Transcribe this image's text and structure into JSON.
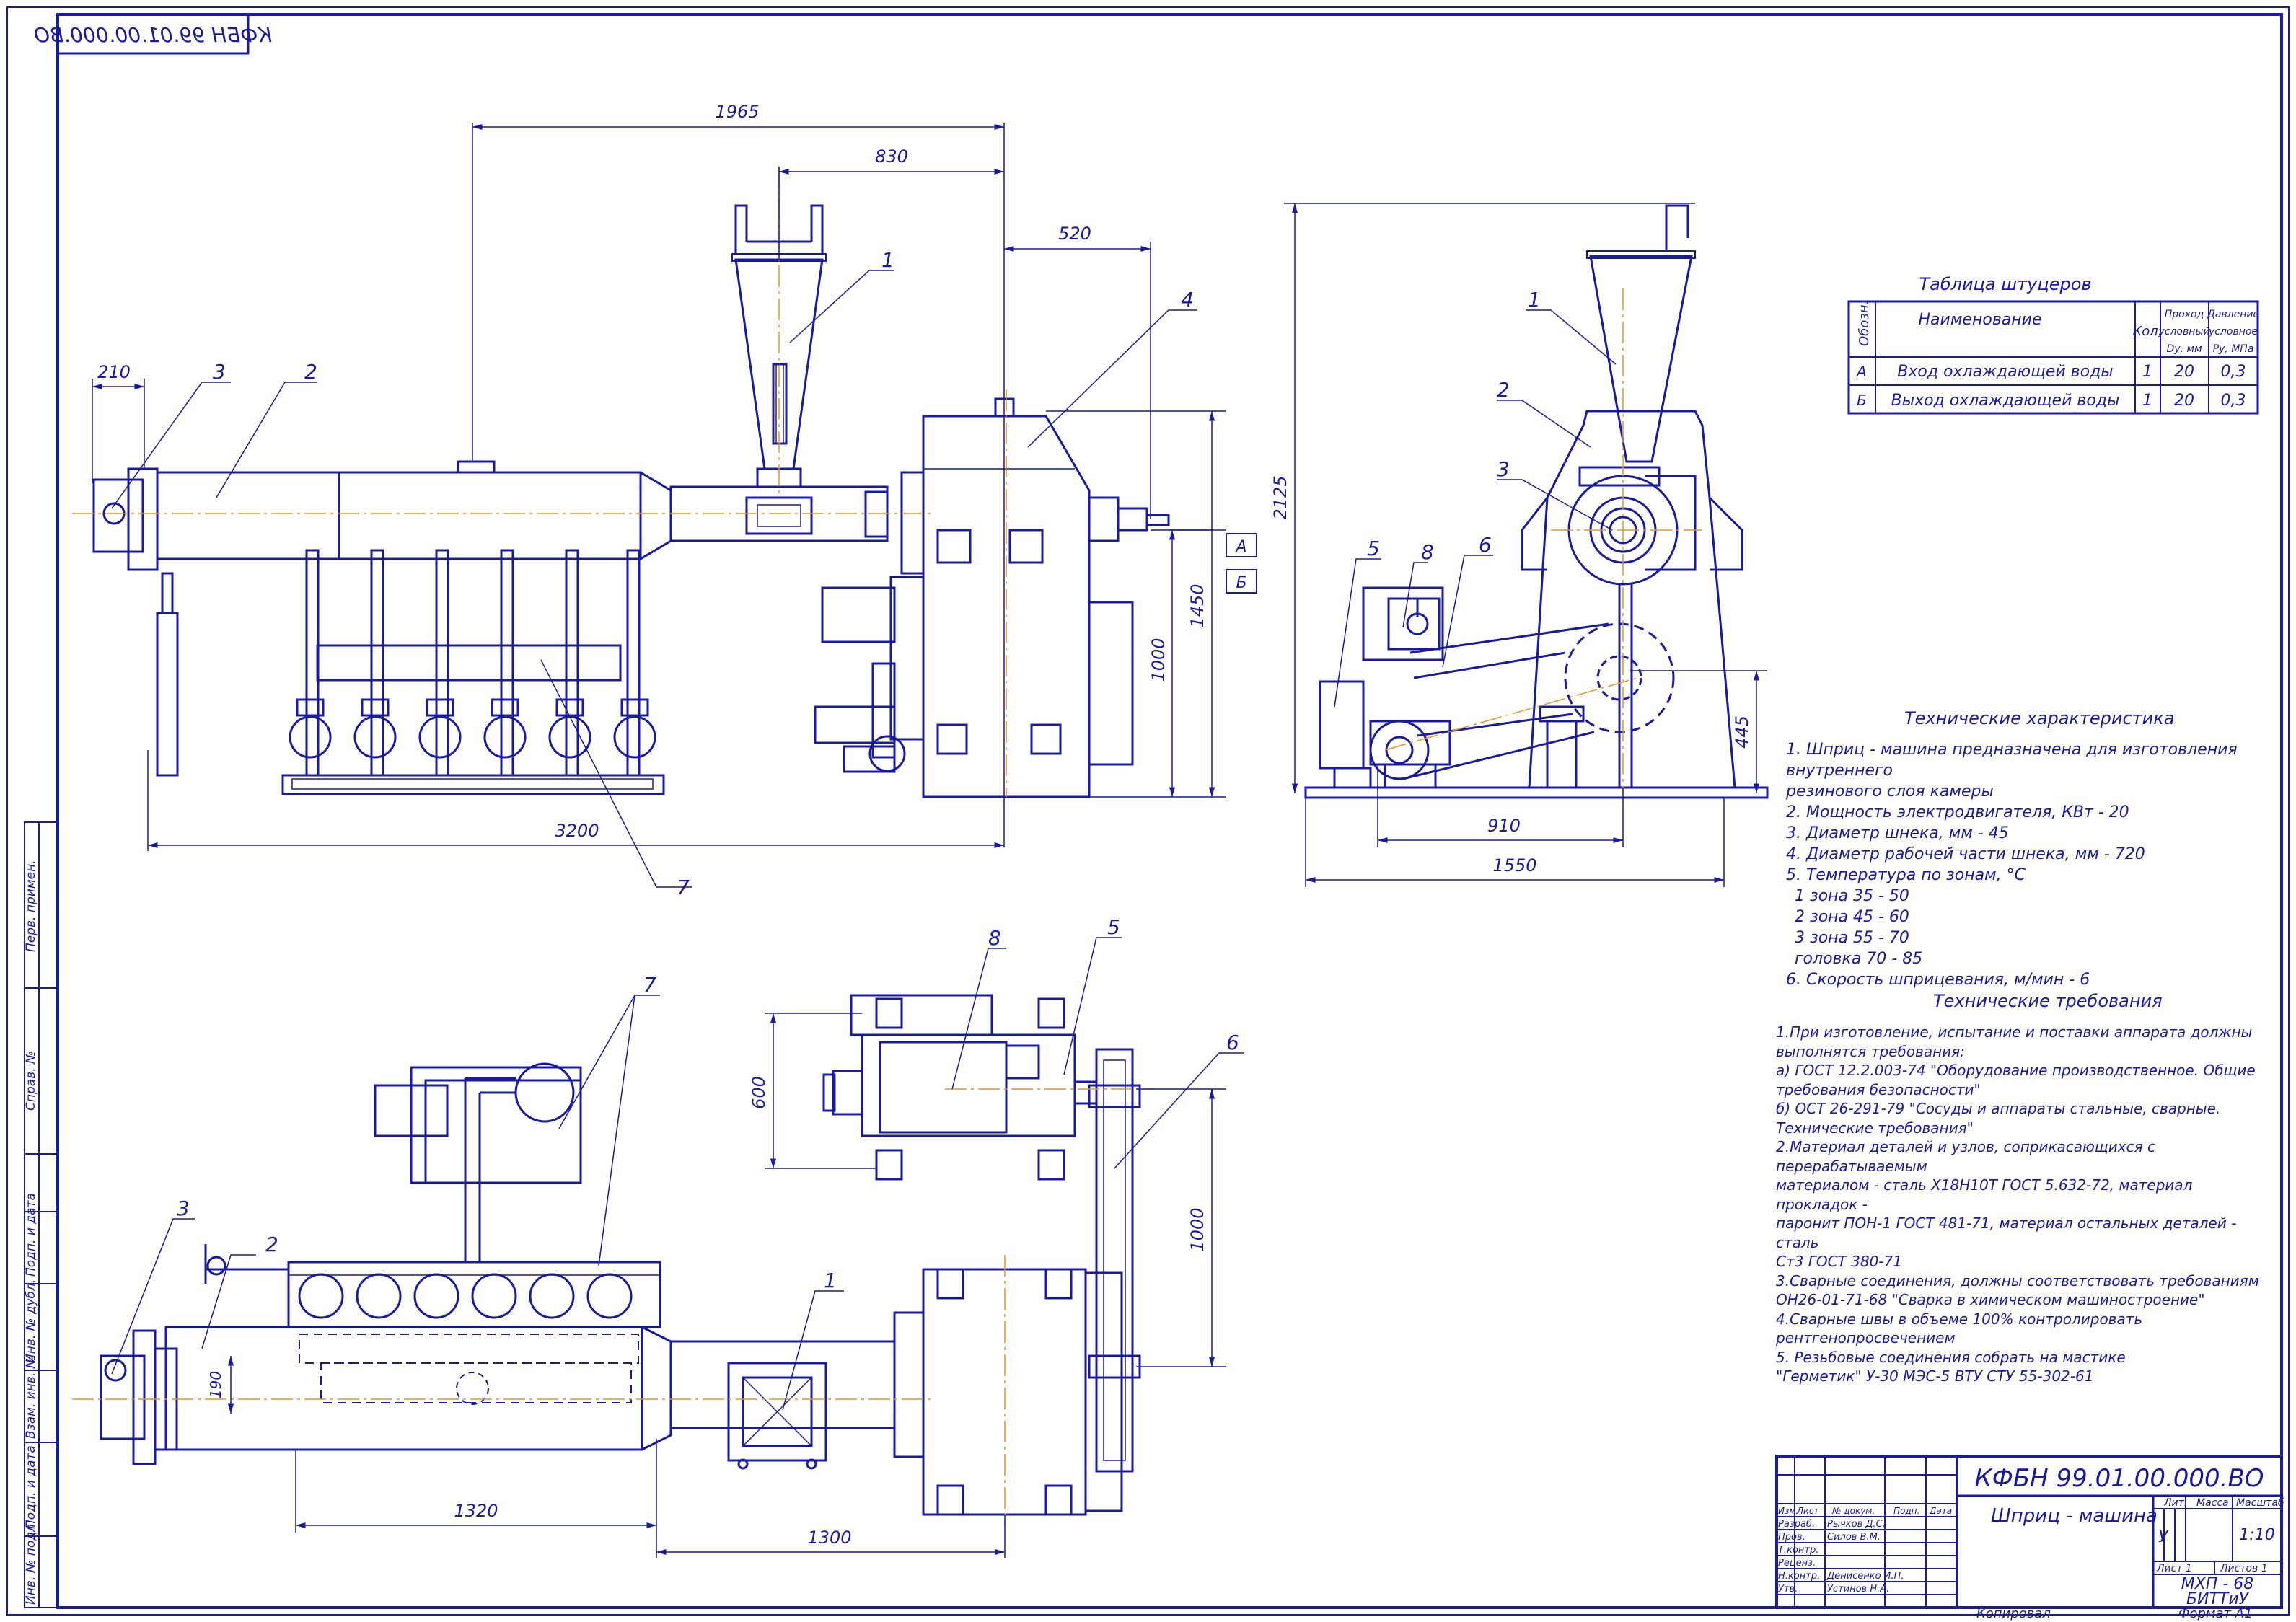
{
  "drawing": {
    "code": "КФБН 99.01.00.000.ВО",
    "code_mirrored": "КФБН 99.01.00.000.ВО",
    "name": "Шприц - машина"
  },
  "dimensions": {
    "d1965": "1965",
    "d830": "830",
    "d520": "520",
    "d210": "210",
    "d3200": "3200",
    "d1450": "1450",
    "d1000a": "1000",
    "d2125": "2125",
    "d445": "445",
    "d910": "910",
    "d1550": "1550",
    "d600": "600",
    "d1000b": "1000",
    "d190": "190",
    "d1320": "1320",
    "d1300": "1300"
  },
  "leaders": {
    "front": [
      "1",
      "2",
      "3",
      "4",
      "7"
    ],
    "side": [
      "1",
      "2",
      "3",
      "5",
      "6",
      "8"
    ],
    "plan": [
      "1",
      "2",
      "3",
      "5",
      "6",
      "7",
      "8"
    ]
  },
  "ports": {
    "a": "А",
    "b": "Б"
  },
  "nozzle_table": {
    "title": "Таблица штуцеров",
    "headers": {
      "designation": "Обозн.",
      "name": "Наименование",
      "qty": "Кол.",
      "bore_1": "Проход",
      "bore_2": "условный",
      "bore_3": "Dу, мм",
      "press_1": "Давление",
      "press_2": "условное",
      "press_3": "Ру, МПа"
    },
    "rows": [
      {
        "designation": "А",
        "name": "Вход охлаждающей воды",
        "qty": "1",
        "bore": "20",
        "pressure": "0,3"
      },
      {
        "designation": "Б",
        "name": "Выход охлаждающей воды",
        "qty": "1",
        "bore": "20",
        "pressure": "0,3"
      }
    ]
  },
  "tech_specs": {
    "title": "Технические характеристика",
    "lines": [
      "1. Шприц - машина предназначена для изготовления внутреннего",
      "резинового слоя камеры",
      "2. Мощность электродвигателя, КВт - 20",
      "3. Диаметр шнека, мм - 45",
      "4. Диаметр рабочей части шнека, мм - 720",
      "5. Температура по зонам, °С",
      "1 зона 35 - 50",
      "2 зона 45 - 60",
      "3 зона 55 - 70",
      "головка 70 - 85",
      "6. Скорость шприцевания, м/мин - 6"
    ]
  },
  "tech_requirements": {
    "title": "Технические требования",
    "lines": [
      "1.При изготовление, испытание и поставки аппарата должны",
      "выполнятся требования:",
      "а) ГОСТ 12.2.003-74 \"Оборудование производственное. Общие",
      "требования безопасности\"",
      "б) ОСТ 26-291-79 \"Сосуды и аппараты стальные, сварные.",
      "Технические требования\"",
      "2.Материал деталей и узлов, соприкасающихся с перерабатываемым",
      "материалом - сталь Х18Н10Т ГОСТ 5.632-72, материал прокладок -",
      "паронит ПОН-1 ГОСТ 481-71, материал остальных деталей - сталь",
      "Ст3 ГОСТ 380-71",
      "3.Сварные соединения, должны соответствовать требованиям",
      "ОН26-01-71-68 \"Сварка в химическом машиностроение\"",
      "4.Сварные швы в объеме 100% контролировать",
      "рентгенопросвечением",
      "5. Резьбовые соединения собрать на мастике",
      "\"Герметик\" У-30 МЭС-5 ВТУ СТУ 55-302-61"
    ]
  },
  "title_block": {
    "col_headers": [
      "Изм.",
      "Лист",
      "№ докум.",
      "Подп.",
      "Дата"
    ],
    "roles": [
      {
        "role": "Разраб.",
        "person": "Рычков Д.С."
      },
      {
        "role": "Пров.",
        "person": "Силов В.М."
      },
      {
        "role": "Т.контр.",
        "person": ""
      },
      {
        "role": "Реценз.",
        "person": ""
      },
      {
        "role": "Н.контр.",
        "person": "Денисенко И.П."
      },
      {
        "role": "Утв.",
        "person": "Устинов Н.А."
      }
    ],
    "lit_label": "Лит.",
    "mass_label": "Масса",
    "scale_label": "Масштаб",
    "lit_value": "У",
    "scale_value": "1:10",
    "sheet_label": "Лист 1",
    "sheets_label": "Листов 1",
    "org_line1": "МХП - 68",
    "org_line2": "БИТТиУ",
    "copied": "Копировал",
    "format": "Формат А1"
  },
  "side_stamps": [
    "Перв. примен.",
    "Справ. №",
    "Подп. и дата",
    "Инв. № дубл.",
    "Взам. инв. №",
    "Подп. и дата",
    "Инв. № подл."
  ]
}
